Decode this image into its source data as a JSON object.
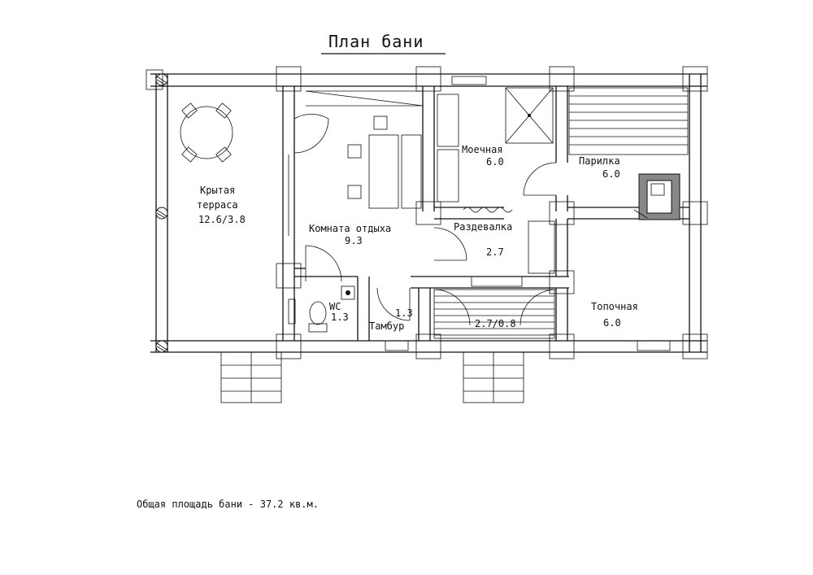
{
  "title": "План бани",
  "footer": "Общая площадь бани - 37.2 кв.м.",
  "rooms": {
    "terrace": {
      "name1": "Крытая",
      "name2": "терраса",
      "area": "12.6/3.8"
    },
    "rest": {
      "name": "Комната отдыха",
      "area": "9.3"
    },
    "washing": {
      "name": "Моечная",
      "area": "6.0"
    },
    "steam": {
      "name": "Парилка",
      "area": "6.0"
    },
    "dressing": {
      "name": "Раздевалка",
      "area": "2.7"
    },
    "wc": {
      "name": "WC",
      "area": "1.3"
    },
    "vestibule": {
      "name": "Тамбур",
      "area": "1.3"
    },
    "porch": {
      "area": "2.7/0.8"
    },
    "furnace": {
      "name": "Топочная",
      "area": "6.0"
    }
  }
}
